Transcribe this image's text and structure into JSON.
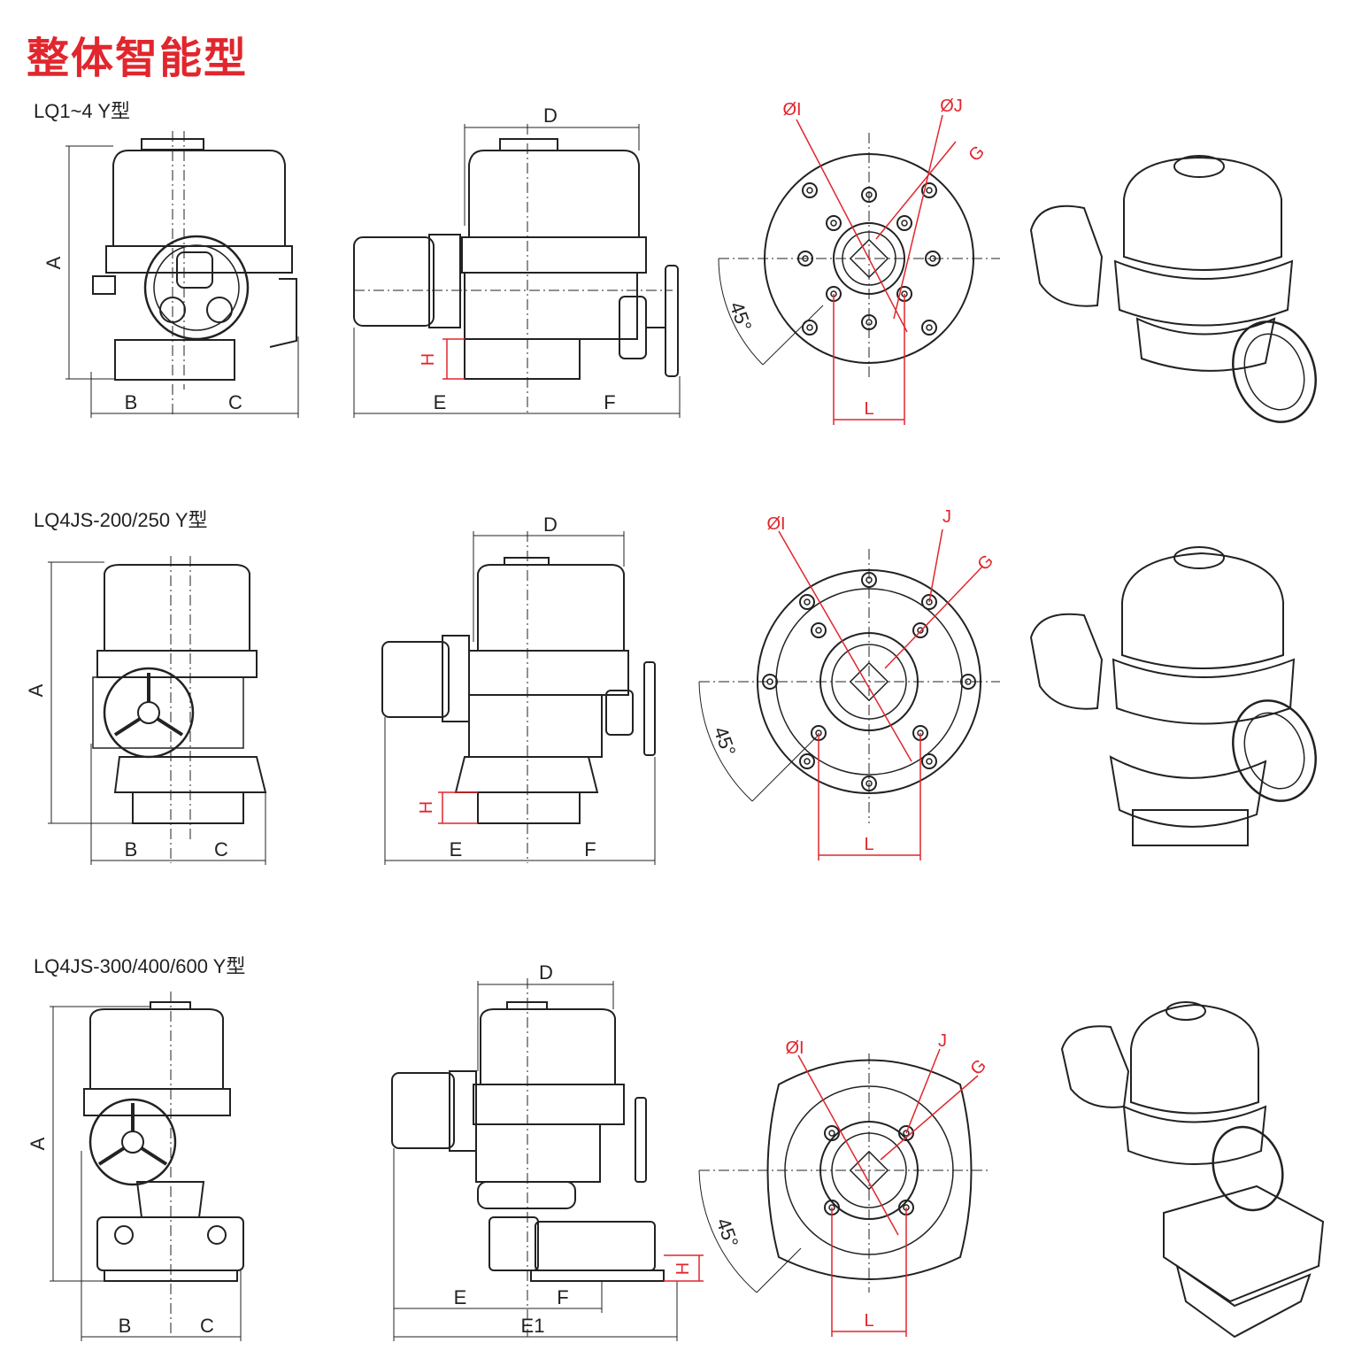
{
  "title": "整体智能型",
  "accent_color": "#e1262d",
  "rows": [
    {
      "model": "LQ1~4 Y型",
      "front_labels": {
        "a": "A",
        "b": "B",
        "c": "C"
      },
      "side_labels": {
        "d": "D",
        "e": "E",
        "f": "F",
        "h": "H"
      },
      "flange_labels": {
        "i": "ØI",
        "j": "ØJ",
        "g": "G",
        "l": "L",
        "angle": "45°"
      }
    },
    {
      "model": "LQ4JS-200/250 Y型",
      "front_labels": {
        "a": "A",
        "b": "B",
        "c": "C"
      },
      "side_labels": {
        "d": "D",
        "e": "E",
        "f": "F",
        "h": "H"
      },
      "flange_labels": {
        "i": "ØI",
        "j": "J",
        "g": "G",
        "l": "L",
        "angle": "45°"
      }
    },
    {
      "model": "LQ4JS-300/400/600 Y型",
      "front_labels": {
        "a": "A",
        "b": "B",
        "c": "C"
      },
      "side_labels": {
        "d": "D",
        "e": "E",
        "f": "F",
        "h": "H",
        "e1": "E1"
      },
      "flange_labels": {
        "i": "ØI",
        "j": "J",
        "g": "G",
        "l": "L",
        "angle": "45°"
      }
    }
  ]
}
